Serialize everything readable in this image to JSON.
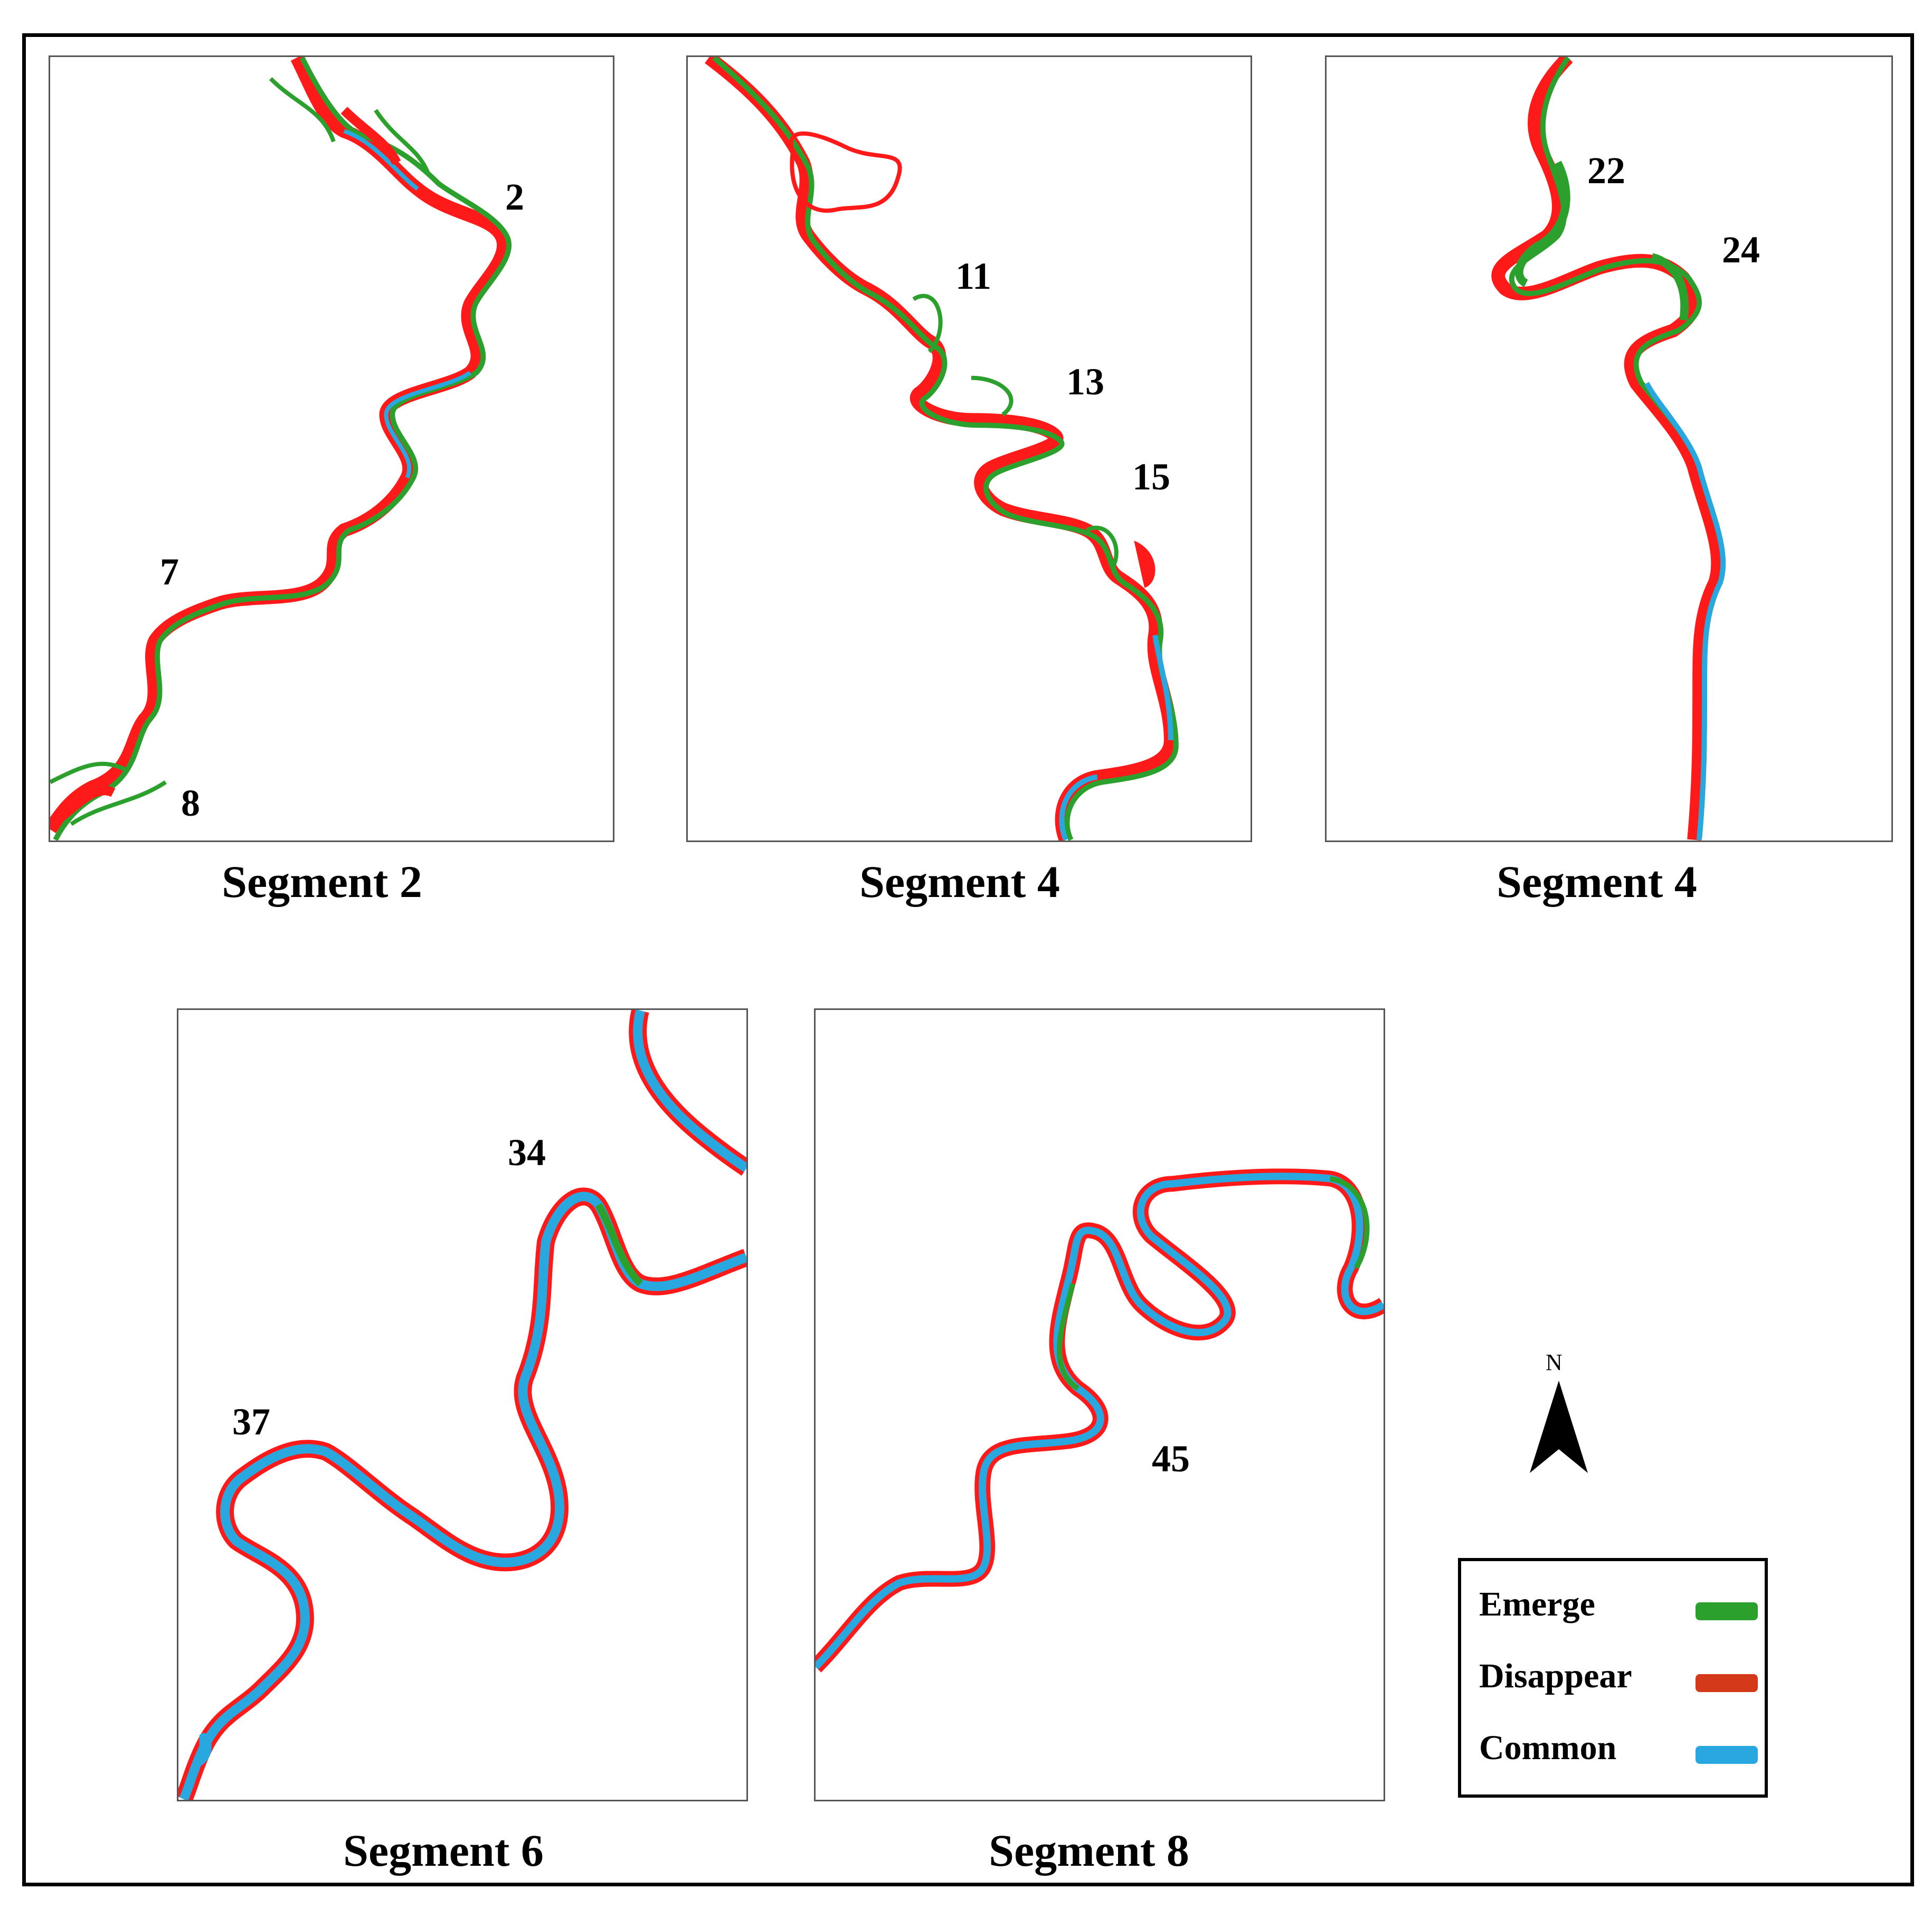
{
  "colors": {
    "emerge": "#2ca02c",
    "disappear": "#ff1a1a",
    "common": "#29a8e0"
  },
  "panels": [
    {
      "caption": "Segment 2",
      "labels": [
        "2",
        "7",
        "8"
      ]
    },
    {
      "caption": "Segment 4",
      "labels": [
        "11",
        "13",
        "15"
      ]
    },
    {
      "caption": "Segment 4",
      "labels": [
        "22",
        "24"
      ]
    },
    {
      "caption": "Segment 6",
      "labels": [
        "34",
        "37"
      ]
    },
    {
      "caption": "Segment 8",
      "labels": [
        "45"
      ]
    }
  ],
  "north": {
    "label": "N",
    "icon": "north-arrow-icon"
  },
  "legend": {
    "items": [
      {
        "label": "Emerge",
        "color": "#2ca02c"
      },
      {
        "label": "Disappear",
        "color": "#d4391a"
      },
      {
        "label": "Common",
        "color": "#29a8e0"
      }
    ]
  }
}
